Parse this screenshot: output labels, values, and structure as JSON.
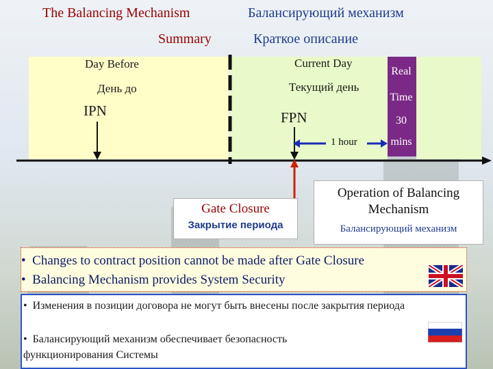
{
  "header": {
    "title_en": "The Balancing Mechanism",
    "title_ru": "Балансирующий механизм",
    "subtitle_en": "Summary",
    "subtitle_ru": "Краткое описание"
  },
  "timeline": {
    "day_before_en": "Day Before",
    "day_before_ru": "День до",
    "current_day_en": "Current Day",
    "current_day_ru": "Текущий день",
    "real_time": [
      "Real",
      "Time"
    ],
    "ipn": "IPN",
    "fpn": "FPN",
    "one_hour": "1 hour",
    "thirty": "30",
    "mins": "mins"
  },
  "gate_closure": {
    "en": "Gate Closure",
    "ru": "Закрытие периода"
  },
  "operation": {
    "en": "Operation of Balancing Mechanism",
    "ru": "Балансирующий механизм"
  },
  "bullets_en": [
    "Changes to contract position cannot be made after Gate Closure",
    "Balancing Mechanism provides System Security"
  ],
  "bullets_ru": [
    "Изменения в позиции договора не могут быть внесены после закрытия периода",
    "Балансирующий механизм обеспечивает безопасность функционирования Системы"
  ],
  "colors": {
    "title_red": "#990000",
    "title_blue": "#1f3a8c",
    "purple": "#7a2a86",
    "arrow_blue": "#1a2ab8",
    "gate_red": "#cc2200"
  }
}
